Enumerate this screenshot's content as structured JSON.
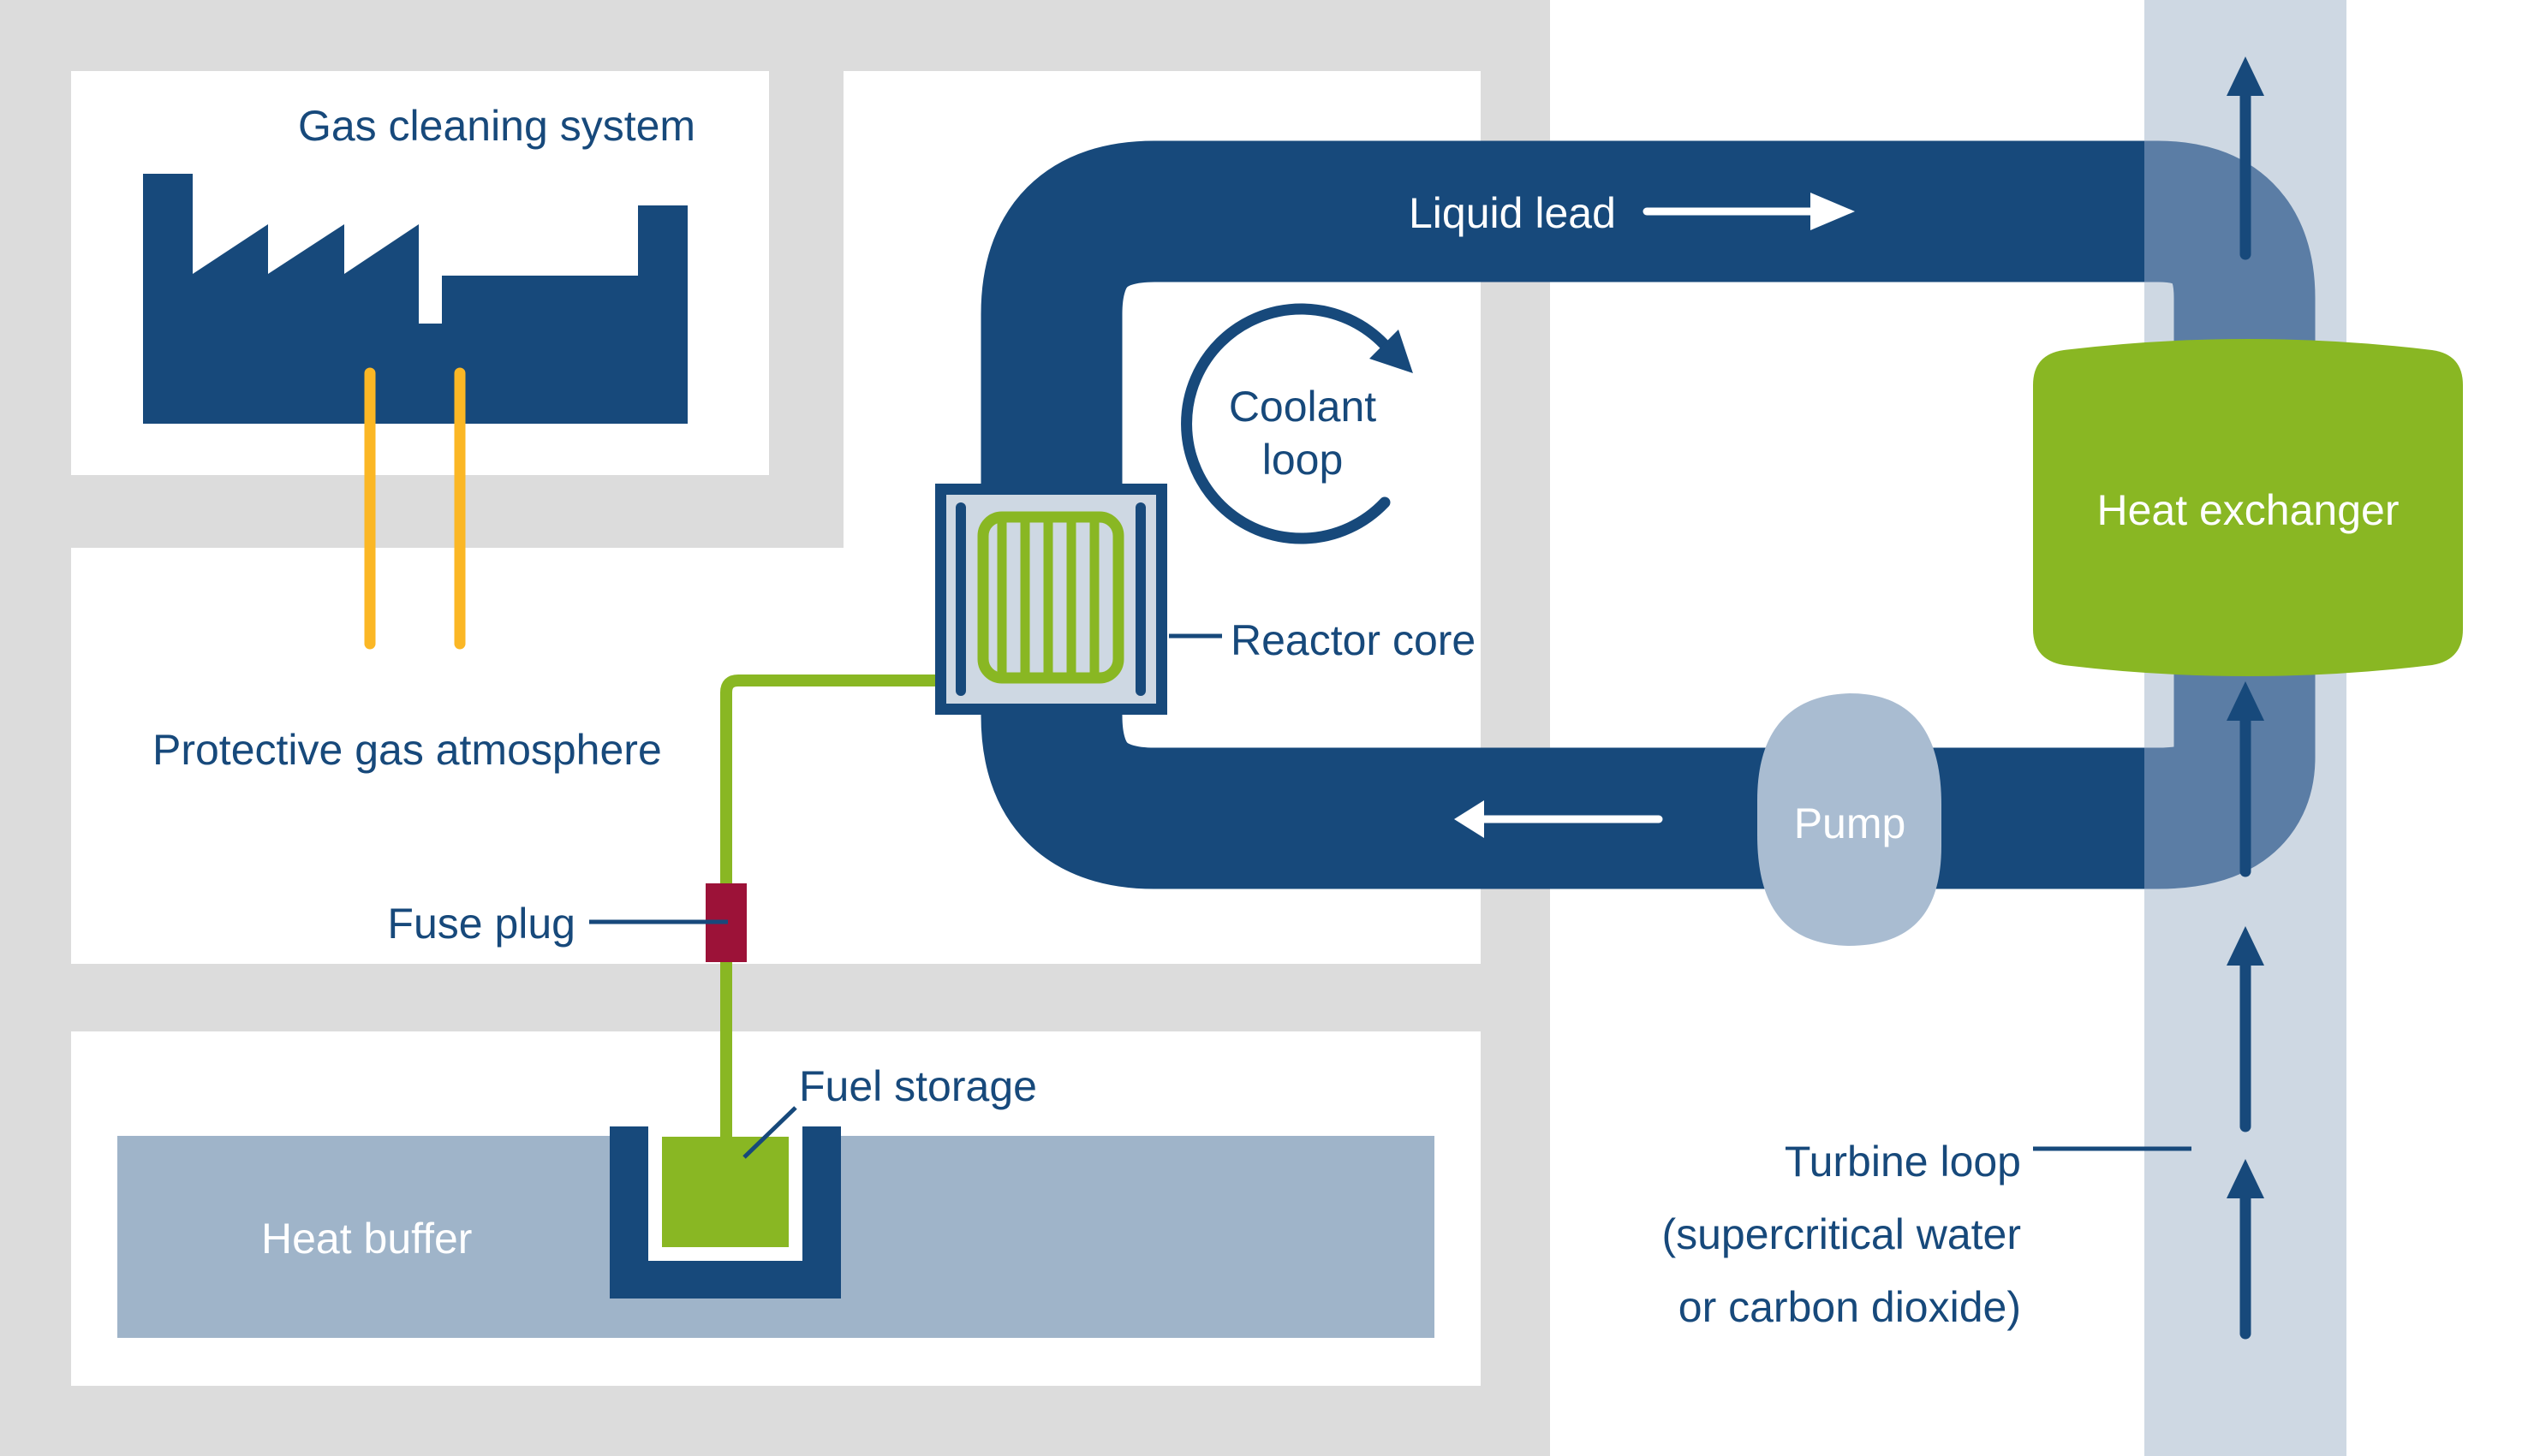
{
  "diagram": {
    "title_implicit": "Lead-cooled reactor system diagram",
    "labels": {
      "gas_cleaning": "Gas cleaning system",
      "protective_gas": "Protective gas atmosphere",
      "fuse_plug": "Fuse plug",
      "fuel_storage": "Fuel storage",
      "heat_buffer": "Heat buffer",
      "liquid_lead": "Liquid lead",
      "coolant_line1": "Coolant",
      "coolant_line2": "loop",
      "reactor_core": "Reactor core",
      "pump": "Pump",
      "heat_exchanger": "Heat exchanger",
      "turbine_line1": "Turbine loop",
      "turbine_line2": "(supercritical water",
      "turbine_line3": "or carbon dioxide)"
    },
    "colors": {
      "navy_pipe_and_text": "#17497B",
      "slate_pipe_in_band": "#5B7DA5",
      "turbine_band": "#CED8E3",
      "green_accent": "#89B723",
      "pump_fill": "#A9BCD1",
      "heat_buffer_fill": "#9FB4C9",
      "fuse_plug_fill": "#9C1238",
      "gas_line_yellow": "#FBB725",
      "background_gray": "#DCDCDC",
      "panel_white": "#FFFFFF",
      "arrow_white": "#FFFFFF"
    },
    "icons": [
      "factory-icon",
      "reactor-core-icon",
      "circular-arrow-icon",
      "flow-arrow-right-icon",
      "flow-arrow-left-icon",
      "up-arrow-icon-1",
      "up-arrow-icon-2",
      "up-arrow-icon-3",
      "up-arrow-icon-4",
      "fuse-plug-marker",
      "fuel-storage-container",
      "pump-shape",
      "heat-exchanger-shape"
    ]
  }
}
